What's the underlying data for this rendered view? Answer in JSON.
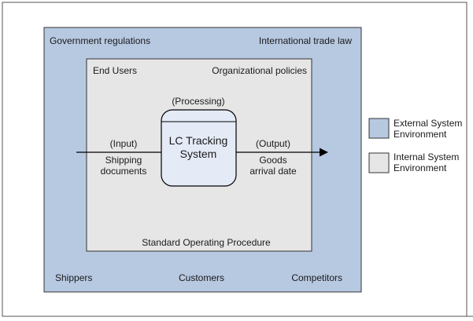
{
  "external_environment": {
    "labels": {
      "top_left": "Government regulations",
      "top_right": "International trade law",
      "bottom_left": "Shippers",
      "bottom_center": "Customers",
      "bottom_right": "Competitors"
    },
    "fill_color": "#b7c8e1"
  },
  "internal_environment": {
    "labels": {
      "top_left": "End Users",
      "top_right": "Organizational policies",
      "bottom_center": "Standard Operating Procedure"
    },
    "fill_color": "#e6e6e6"
  },
  "process": {
    "caption": "(Processing)",
    "title_line1": "LC Tracking",
    "title_line2": "System",
    "fill_color": "#e4ebf7"
  },
  "input": {
    "caption": "(Input)",
    "line1": "Shipping",
    "line2": "documents"
  },
  "output": {
    "caption": "(Output)",
    "line1": "Goods",
    "line2": "arrival date"
  },
  "legend": {
    "external_line1": "External System",
    "external_line2": "Environment",
    "internal_line1": "Internal System",
    "internal_line2": "Environment"
  }
}
